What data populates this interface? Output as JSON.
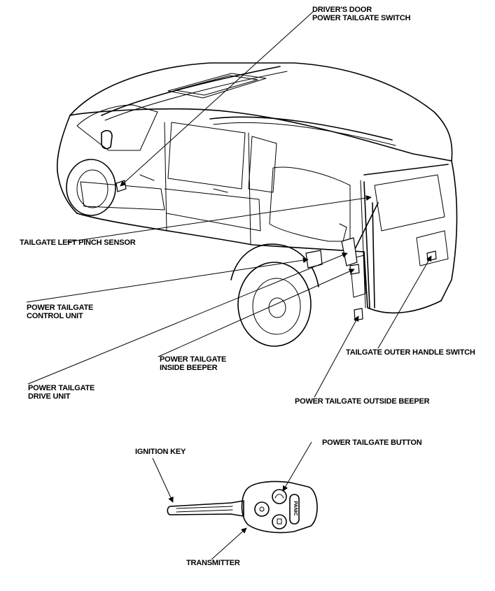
{
  "labels": {
    "drivers_door_switch": [
      "DRIVER'S DOOR",
      "POWER TAILGATE SWITCH"
    ],
    "left_pinch_sensor": [
      "TAILGATE LEFT PINCH SENSOR"
    ],
    "control_unit": [
      "POWER TAILGATE",
      "CONTROL UNIT"
    ],
    "inside_beeper": [
      "POWER TAILGATE",
      "INSIDE BEEPER"
    ],
    "drive_unit": [
      "POWER TAILGATE",
      "DRIVE UNIT"
    ],
    "outer_handle_switch": [
      "TAILGATE OUTER HANDLE SWITCH"
    ],
    "outside_beeper": [
      "POWER TAILGATE OUTSIDE BEEPER"
    ],
    "power_tailgate_button": [
      "POWER TAILGATE BUTTON"
    ],
    "ignition_key": [
      "IGNITION KEY"
    ],
    "transmitter": [
      "TRANSMITTER"
    ]
  },
  "key_panic_text": "PANIC"
}
